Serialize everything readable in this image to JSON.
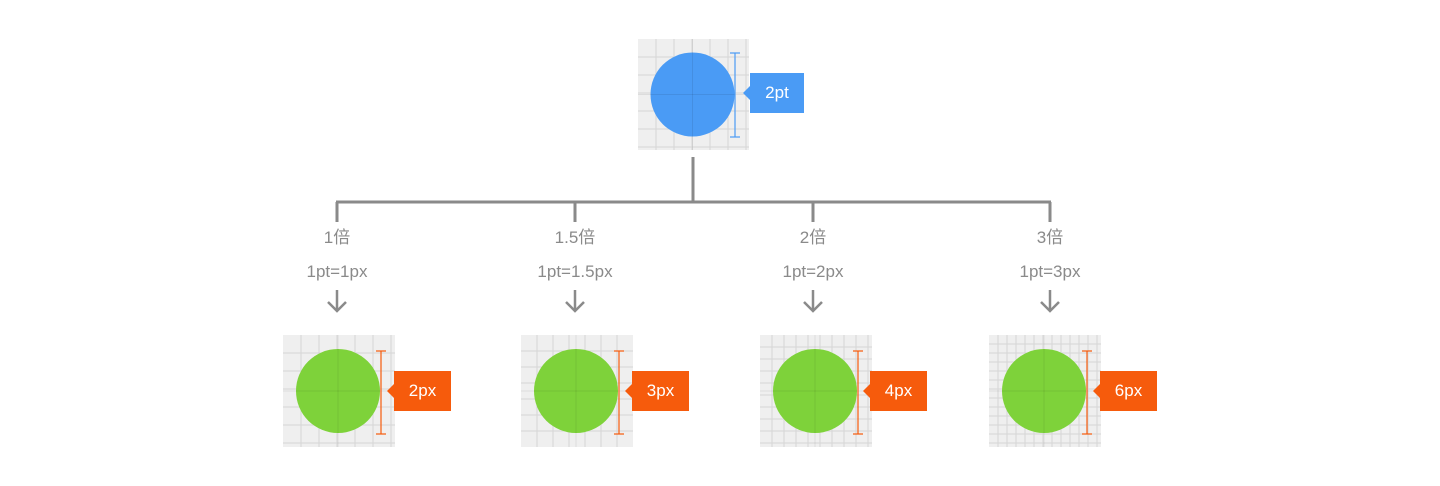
{
  "colors": {
    "blue": "#4a9bf5",
    "green": "#7ed23a",
    "orange": "#f65b0c",
    "line": "#8a8a8a",
    "tile_bg": "#efefef"
  },
  "top": {
    "label": "2pt"
  },
  "scales": [
    {
      "multiplier": "1倍",
      "formula": "1pt=1px",
      "label": "2px"
    },
    {
      "multiplier": "1.5倍",
      "formula": "1pt=1.5px",
      "label": "3px"
    },
    {
      "multiplier": "2倍",
      "formula": "1pt=2px",
      "label": "4px"
    },
    {
      "multiplier": "3倍",
      "formula": "1pt=3px",
      "label": "6px"
    }
  ]
}
